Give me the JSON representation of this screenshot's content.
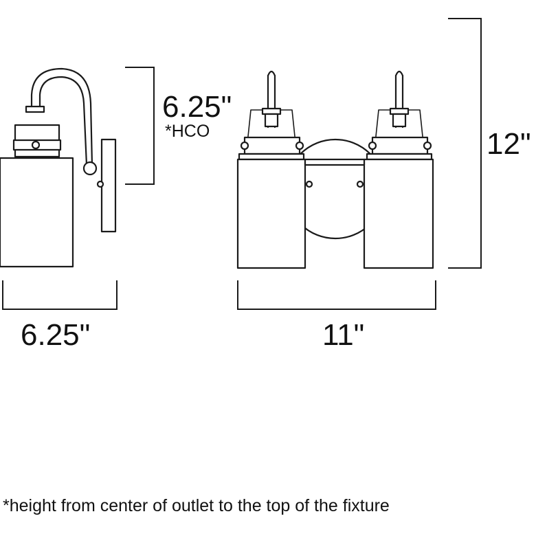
{
  "dimensions": {
    "side_height": "6.25\"",
    "side_height_note": "*HCO",
    "side_width": "6.25\"",
    "front_width": "11\"",
    "front_height": "12\""
  },
  "footnote": "*height from center of outlet to the top of the fixture"
}
